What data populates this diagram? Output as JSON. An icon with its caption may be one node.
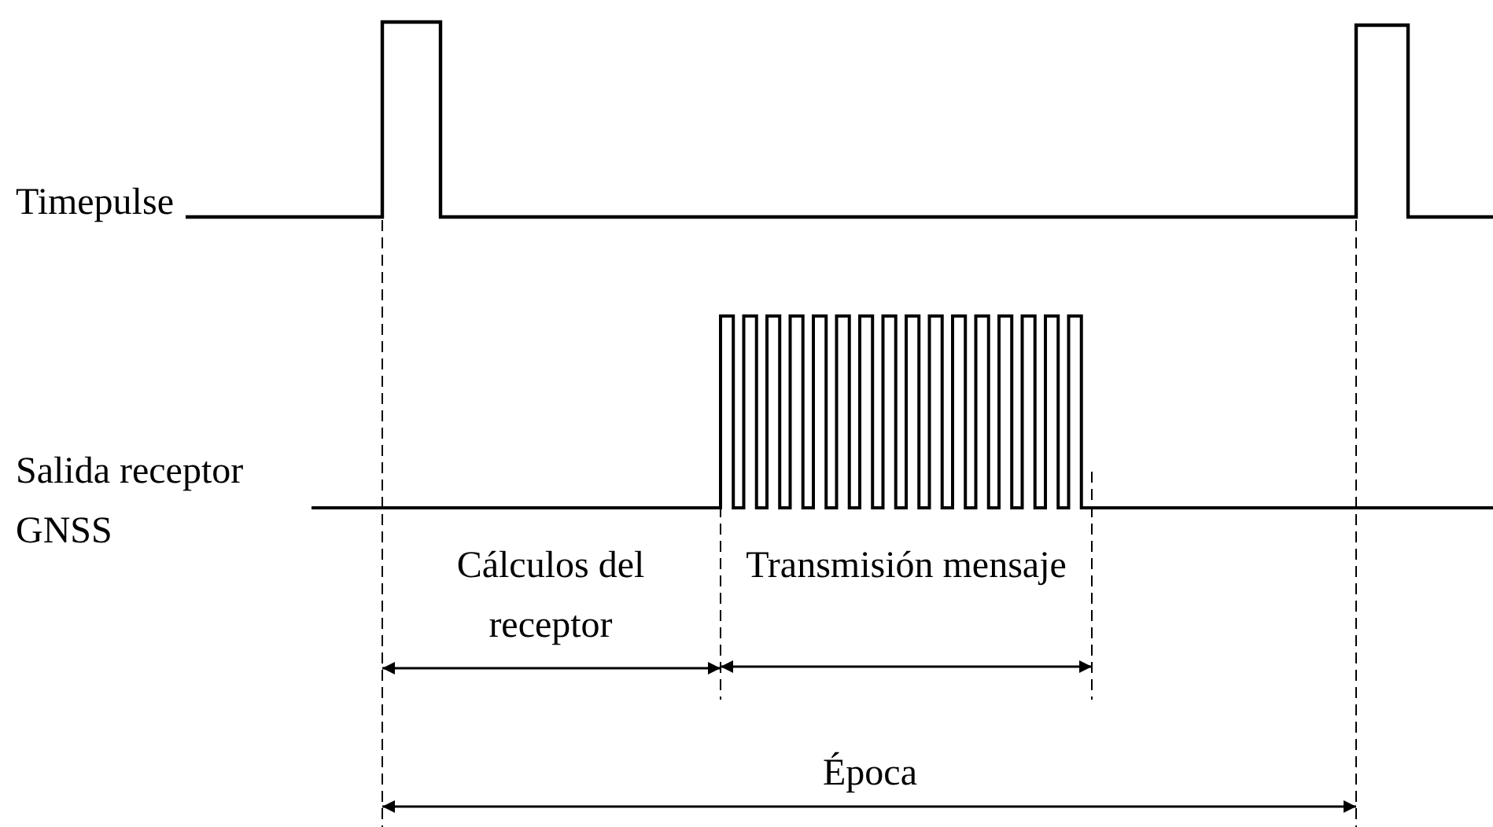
{
  "diagram": {
    "labels": [
      "Timepulse",
      "Salida receptor GNSS",
      "Cálculos del receptor",
      "Transmisión mensaje",
      "Época"
    ]
  }
}
